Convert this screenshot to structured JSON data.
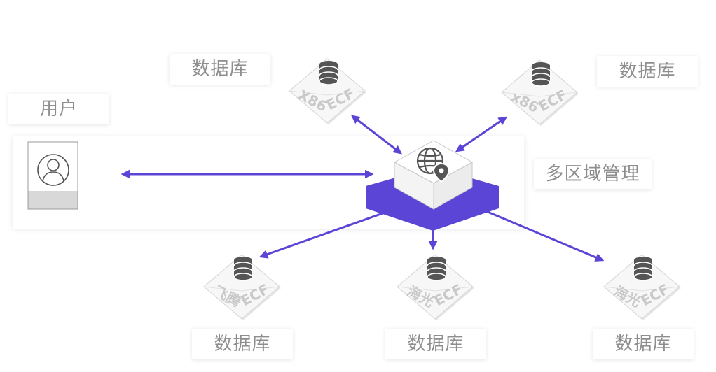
{
  "labels": {
    "user": "用户",
    "db_top_left": "数据库",
    "db_top_right": "数据库",
    "multi_region": "多区域管理",
    "db_bottom_left": "数据库",
    "db_bottom_center": "数据库",
    "db_bottom_right": "数据库"
  },
  "nodes": {
    "top_left": {
      "arch": "X86",
      "product": "ECF"
    },
    "top_right": {
      "arch": "x86",
      "product": "ECF"
    },
    "bottom_left": {
      "arch": "飞腾",
      "product": "ECF"
    },
    "bottom_center": {
      "arch": "海光",
      "product": "ECF"
    },
    "bottom_right": {
      "arch": "海光",
      "product": "ECF"
    }
  },
  "colors": {
    "accent": "#5b45d6",
    "label_text": "#8e8e8e",
    "cube_text": "#c9c9c9",
    "db_icon": "#555555"
  },
  "icons": {
    "user": "user-avatar-icon",
    "hub": "globe-location-icon",
    "database": "database-stack-icon"
  }
}
